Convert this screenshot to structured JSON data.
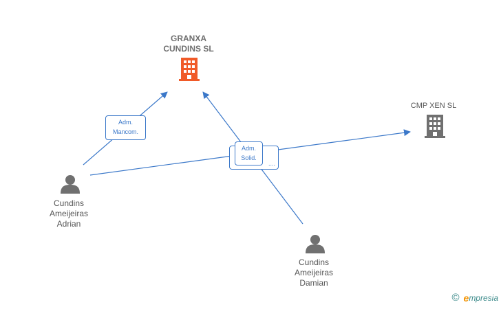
{
  "nodes": {
    "granxa": {
      "label_line1": "GRANXA",
      "label_line2": "CUNDINS SL",
      "icon": "building-icon",
      "color": "#f05a28"
    },
    "cmp": {
      "label": "CMP XEN SL",
      "icon": "building-icon",
      "color": "#707070"
    },
    "adrian": {
      "line1": "Cundins",
      "line2": "Ameijeiras",
      "line3": "Adrian",
      "icon": "person-icon",
      "color": "#707070"
    },
    "damian": {
      "line1": "Cundins",
      "line2": "Ameijeiras",
      "line3": "Damian",
      "icon": "person-icon",
      "color": "#707070"
    }
  },
  "edges": {
    "adrian_granxa": {
      "line1": "Adm.",
      "line2": "Mancom."
    },
    "damian_granxa": {
      "line1": "Adm.",
      "line2": "Solid."
    },
    "adrian_cmp": {
      "line1": "...."
    }
  },
  "colors": {
    "edge": "#3b78c9"
  },
  "brand": {
    "copyright": "©",
    "initial": "e",
    "name": "mpresia"
  }
}
